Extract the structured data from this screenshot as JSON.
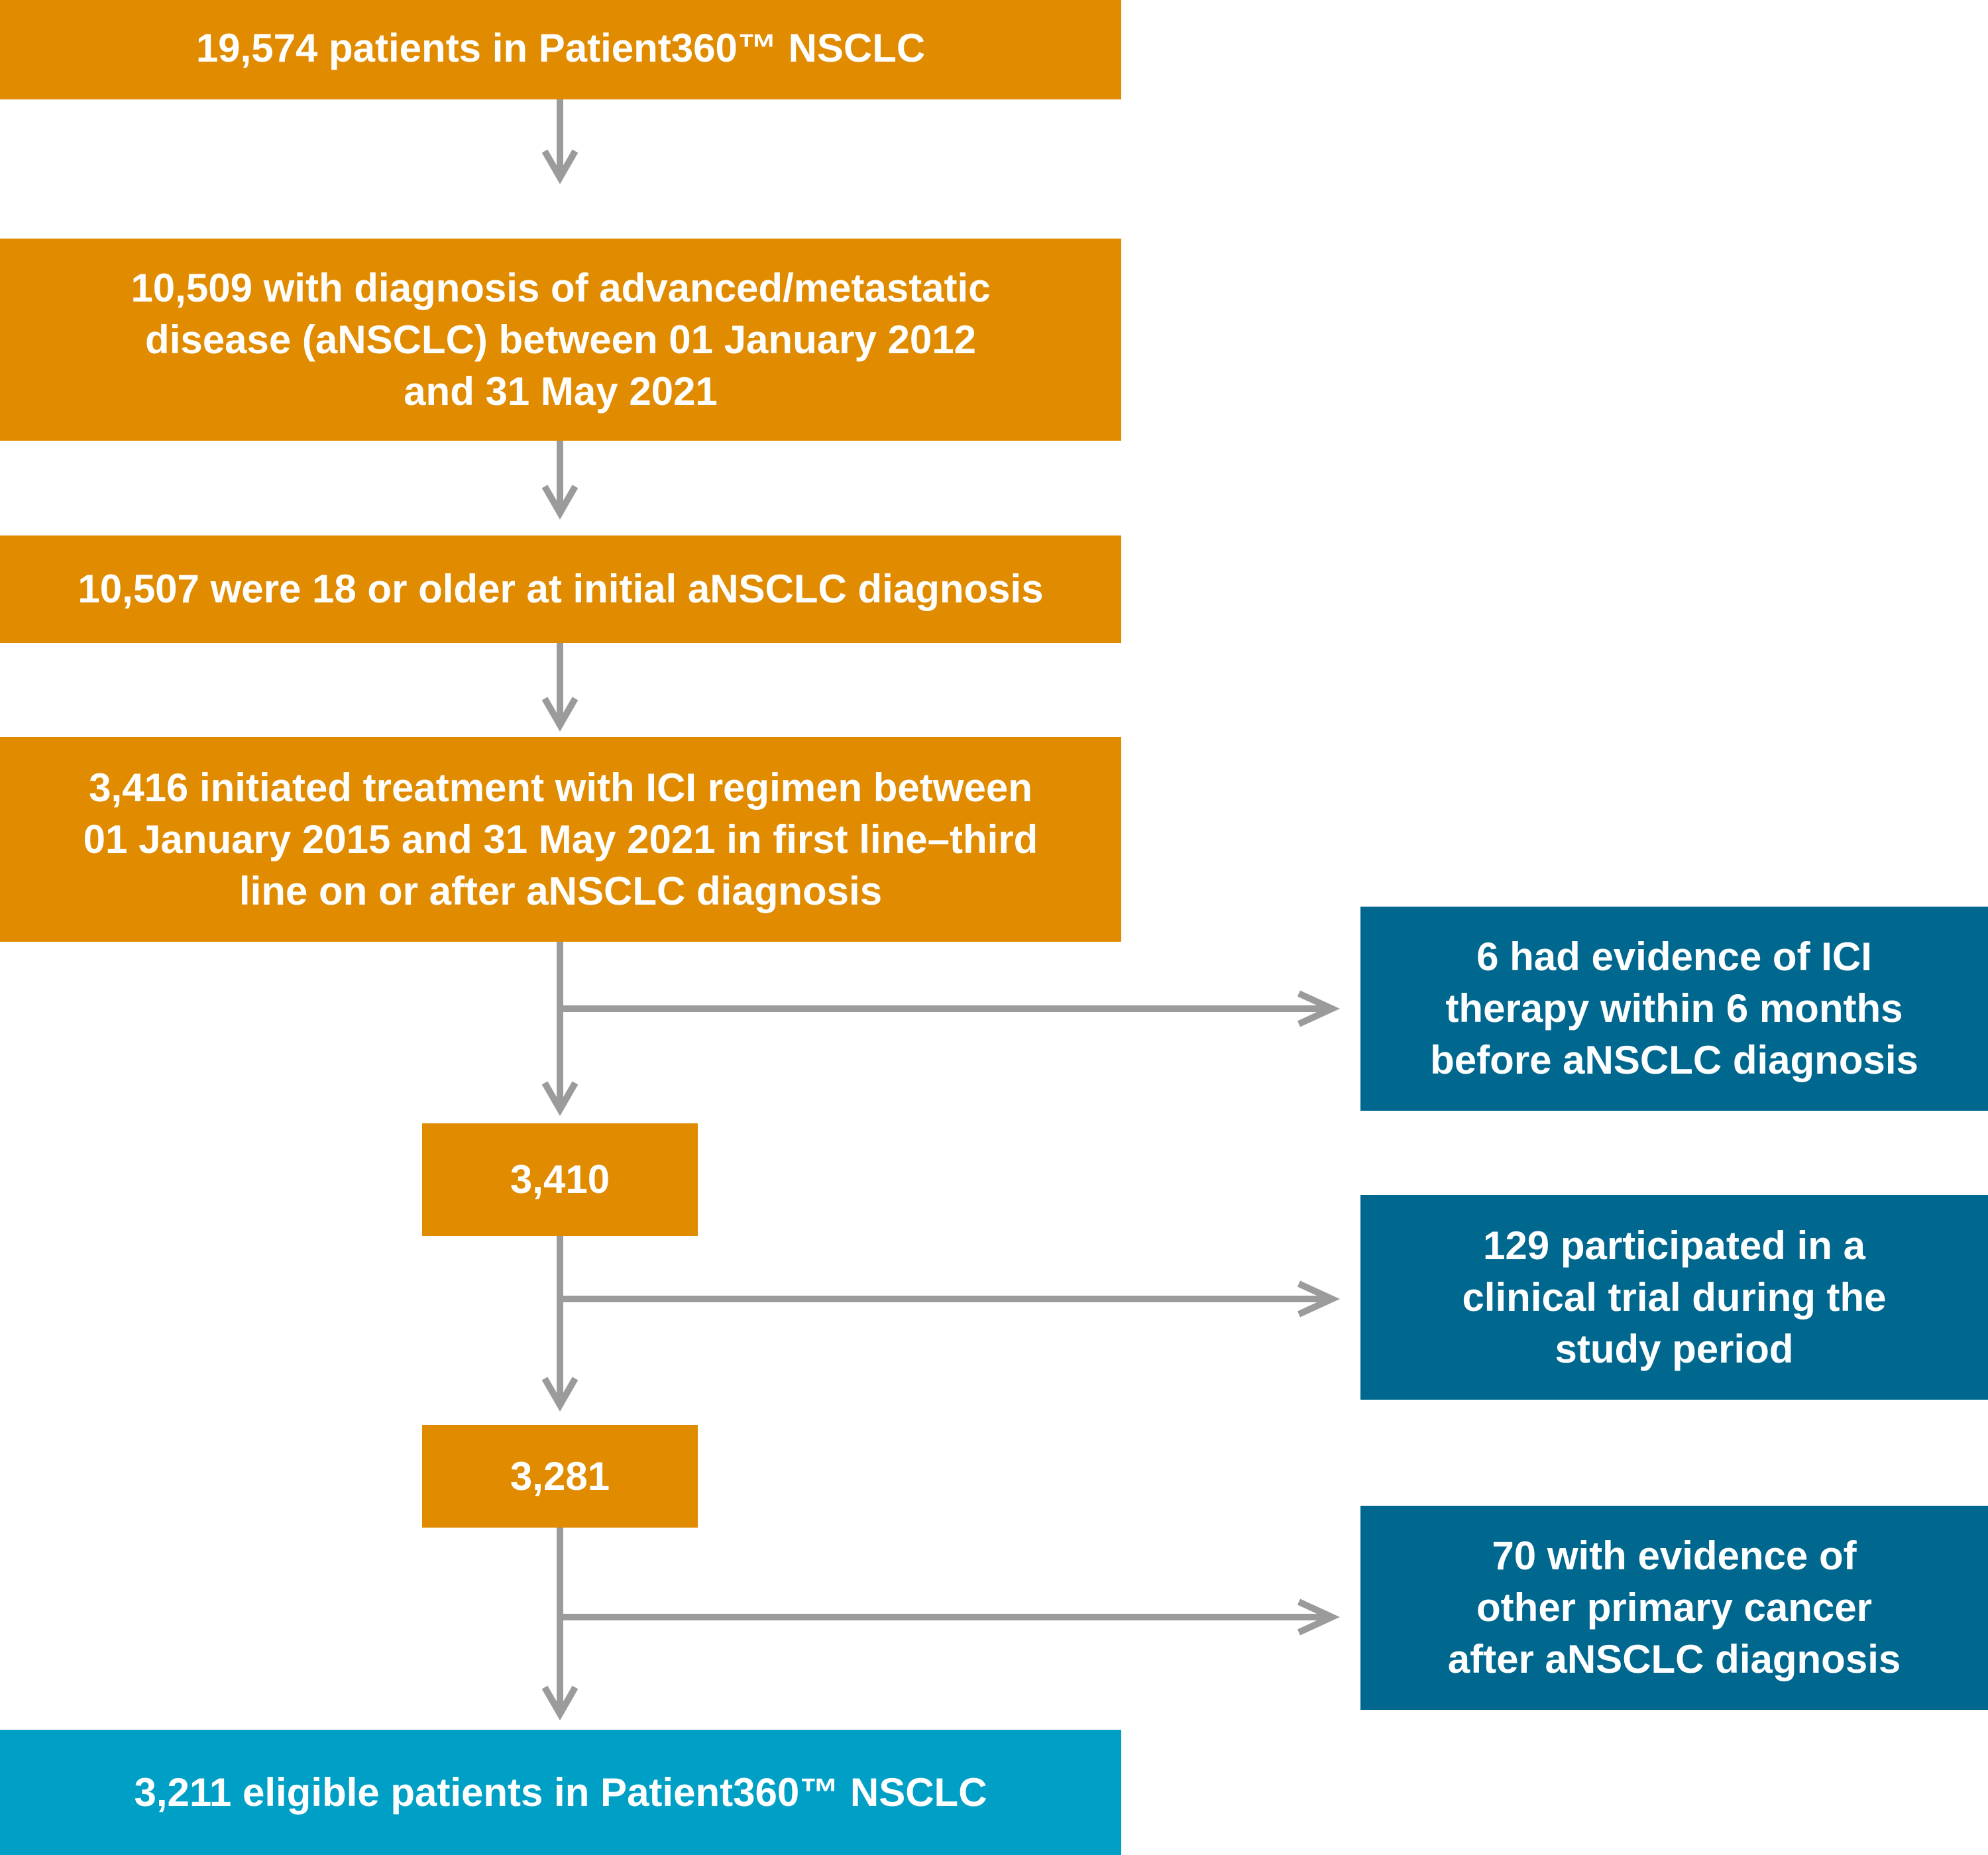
{
  "colors": {
    "step_box": "#e08b00",
    "exclusion_box": "#00678e",
    "final_box": "#00a0c6",
    "arrow": "#9b9b9b",
    "text": "#ffffff"
  },
  "steps": [
    {
      "lines": [
        "19,574 patients in Patient360™ NSCLC"
      ]
    },
    {
      "lines": [
        "10,509 with diagnosis of advanced/metastatic",
        "disease (aNSCLC) between 01 January 2012",
        "and 31 May 2021"
      ]
    },
    {
      "lines": [
        "10,507 were 18 or older at initial aNSCLC diagnosis"
      ]
    },
    {
      "lines": [
        "3,416 initiated treatment with ICI regimen between",
        "01 January 2015 and 31 May 2021 in first line–third",
        "line on or after aNSCLC diagnosis"
      ]
    },
    {
      "lines": [
        "3,410"
      ]
    },
    {
      "lines": [
        "3,281"
      ]
    }
  ],
  "exclusions": [
    {
      "lines": [
        "6 had evidence of ICI",
        "therapy within 6 months",
        "before aNSCLC diagnosis"
      ]
    },
    {
      "lines": [
        "129 participated in a",
        "clinical trial during the",
        "study period"
      ]
    },
    {
      "lines": [
        "70 with evidence of",
        "other primary cancer",
        "after aNSCLC diagnosis"
      ]
    }
  ],
  "final": {
    "lines": [
      "3,211 eligible patients in Patient360™ NSCLC"
    ]
  }
}
